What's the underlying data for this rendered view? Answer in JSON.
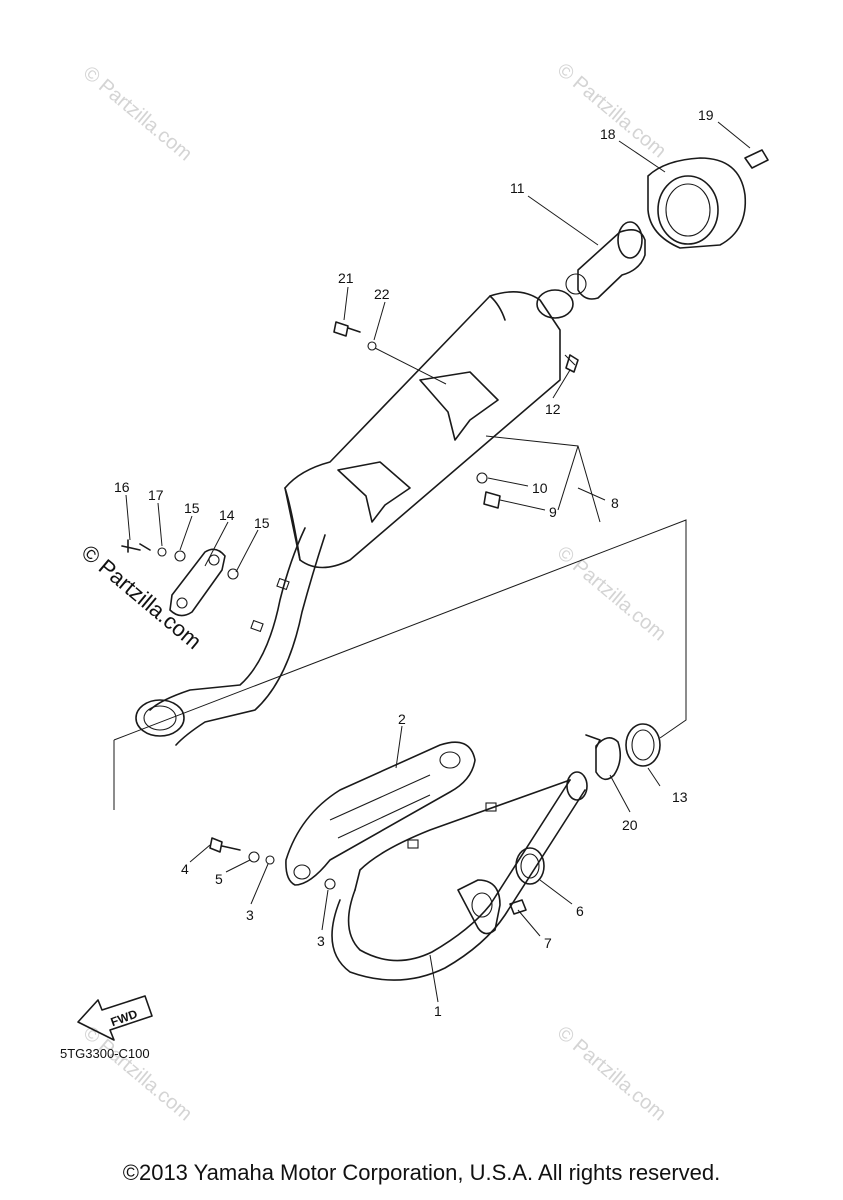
{
  "callouts": [
    "1",
    "2",
    "3",
    "3",
    "4",
    "5",
    "6",
    "7",
    "8",
    "9",
    "10",
    "11",
    "12",
    "13",
    "14",
    "15",
    "15",
    "16",
    "17",
    "18",
    "19",
    "20",
    "21",
    "22"
  ],
  "diagram_code": "5TG3300-C100",
  "fwd_label": "FWD",
  "watermark": "© Partzilla.com",
  "copyright": "©2013 Yamaha Motor Corporation, U.S.A. All rights reserved."
}
